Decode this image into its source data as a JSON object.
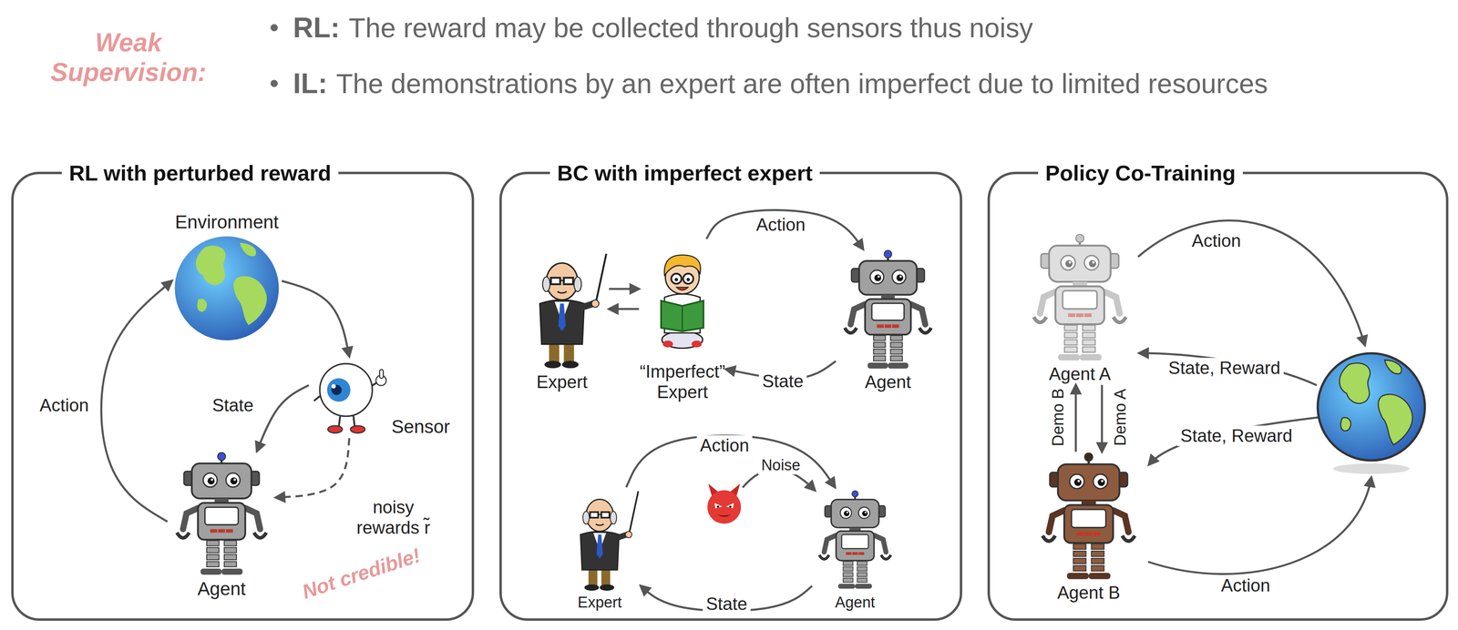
{
  "diagram": {
    "nodes": [
      {
        "text": [
          "RL with perturbed reward"
        ]
      },
      {
        "text": [
          "Environment"
        ],
        "in": 0
      },
      {
        "text": [
          "Sensor"
        ],
        "in": 0
      },
      {
        "text": [
          "Agent"
        ],
        "in": 0
      },
      {
        "text": [
          "BC with imperfect expert"
        ]
      },
      {
        "text": [
          "Expert"
        ],
        "in": 4
      },
      {
        "text": [
          "“Imperfect” Expert"
        ],
        "in": 4
      },
      {
        "text": [
          "Agent"
        ],
        "in": 4
      },
      {
        "text": [
          "Expert"
        ],
        "in": 4
      },
      {
        "text": [
          "Agent"
        ],
        "in": 4
      },
      {
        "text": [
          "Policy Co-Training"
        ]
      },
      {
        "text": [
          "Agent A"
        ],
        "in": 10
      },
      {
        "text": [
          "Agent B"
        ],
        "in": 10
      }
    ],
    "edges": [
      {
        "from": 1,
        "to": 2,
        "arrow": "to"
      },
      {
        "from": 2,
        "to": 3,
        "label": "State",
        "arrow": "to"
      },
      {
        "from": 2,
        "to": 3,
        "label": "noisy rewards r̃",
        "arrow": "to"
      },
      {
        "from": 3,
        "to": 1,
        "label": "Action",
        "arrow": "to"
      },
      {
        "from": 5,
        "to": 6,
        "arrow": "to"
      },
      {
        "from": 6,
        "to": 5,
        "arrow": "to"
      },
      {
        "from": 6,
        "to": 7,
        "label": "Action",
        "arrow": "to"
      },
      {
        "from": 7,
        "to": 6,
        "label": "State",
        "arrow": "to"
      },
      {
        "from": 8,
        "to": 9,
        "label": "Action",
        "arrow": "to"
      },
      {
        "from": 9,
        "to": 8,
        "label": "State",
        "arrow": "to"
      },
      {
        "from": 12,
        "to": 11,
        "label": "Demo B",
        "arrow": "to"
      },
      {
        "from": 11,
        "to": 12,
        "label": "Demo A",
        "arrow": "to"
      }
    ],
    "labels": [
      "Weak Supervision:",
      "RL:",
      "The reward may be collected through sensors thus noisy",
      "IL:",
      "The demonstrations by an expert are often imperfect due to limited resources",
      "Not credible!",
      "Noise",
      "Action",
      "State, Reward",
      "State, Reward",
      "Action"
    ]
  }
}
